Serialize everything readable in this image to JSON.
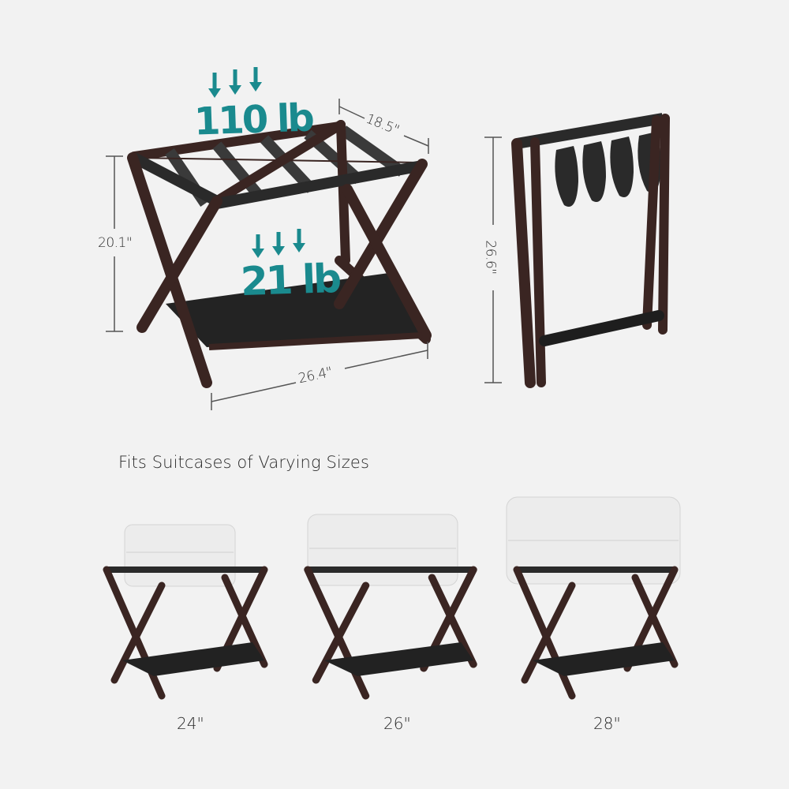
{
  "colors": {
    "background": "#f2f2f2",
    "accent_teal": "#1a8a8e",
    "wood": "#3a2522",
    "strap": "#2a2a2a",
    "dimension_line": "#555555",
    "suitcase": "#eeeeee"
  },
  "main_product": {
    "top_load": {
      "value": "110 lb",
      "icon": "arrow-down-icon"
    },
    "shelf_load": {
      "value": "21 lb",
      "icon": "arrow-down-icon"
    },
    "dimensions": {
      "depth": "18.5\"",
      "height": "20.1\"",
      "width": "26.4\""
    }
  },
  "folded_product": {
    "dimensions": {
      "folded_height": "26.6\""
    }
  },
  "fit_section": {
    "title": "Fits Suitcases of Varying Sizes",
    "sizes": [
      {
        "label": "24\""
      },
      {
        "label": "26\""
      },
      {
        "label": "28\""
      }
    ]
  }
}
